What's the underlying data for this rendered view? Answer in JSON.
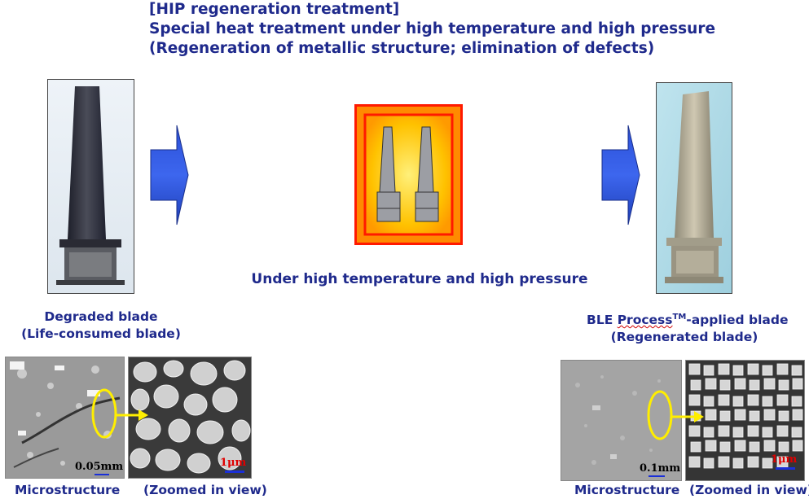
{
  "heading": {
    "line1": "[HIP regeneration treatment]",
    "line2": "Special heat treatment under high temperature and high pressure",
    "line3": "(Regeneration of metallic structure; elimination of defects)"
  },
  "center": {
    "caption": "Under high temperature and high pressure"
  },
  "left": {
    "title_line1": "Degraded blade",
    "title_line2": "(Life-consumed blade)",
    "micro_caption": "Microstructure",
    "zoom_caption": "(Zoomed in view)",
    "micro_scale": "0.05mm",
    "zoom_scale": "1μm"
  },
  "right": {
    "title_prefix": "BLE ",
    "title_process": "Process",
    "title_tm": "TM",
    "title_suffix": "-applied blade",
    "title_line2": "(Regenerated blade)",
    "micro_caption": "Microstructure",
    "zoom_caption": "(Zoomed in view)",
    "micro_scale": "0.1mm",
    "zoom_scale": "1μm"
  },
  "colors": {
    "text": "#1f2a8c",
    "arrow": "#2a50d8",
    "furnace_outer": "#ff2a00",
    "furnace_fill": "#ffb000",
    "highlight_oval": "#ffee00",
    "scale_red": "#e00000"
  }
}
